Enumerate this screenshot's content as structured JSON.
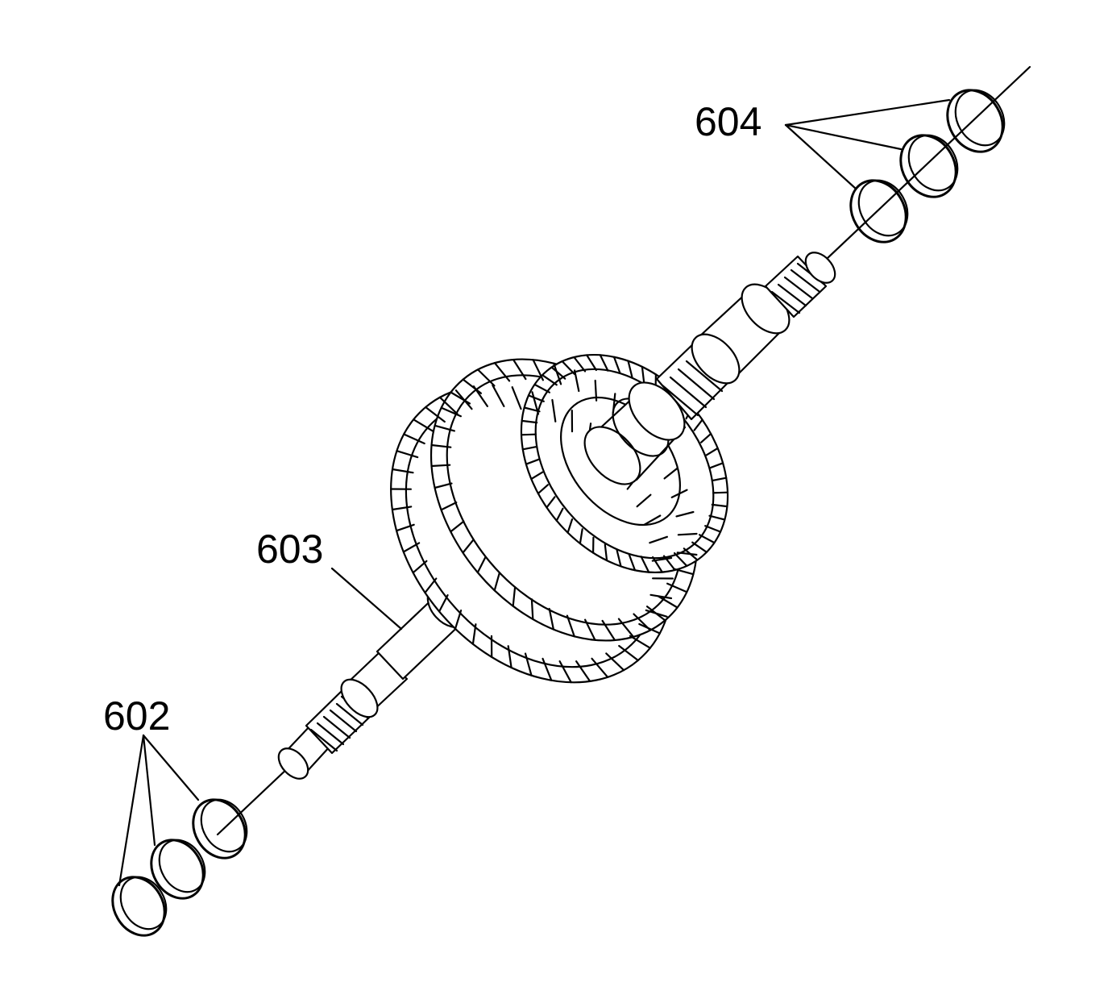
{
  "callouts": {
    "rings_top": {
      "label": "604"
    },
    "shaft_assembly": {
      "label": "603"
    },
    "rings_bottom": {
      "label": "602"
    }
  },
  "colors": {
    "ink": "#000000",
    "paper": "#ffffff"
  }
}
